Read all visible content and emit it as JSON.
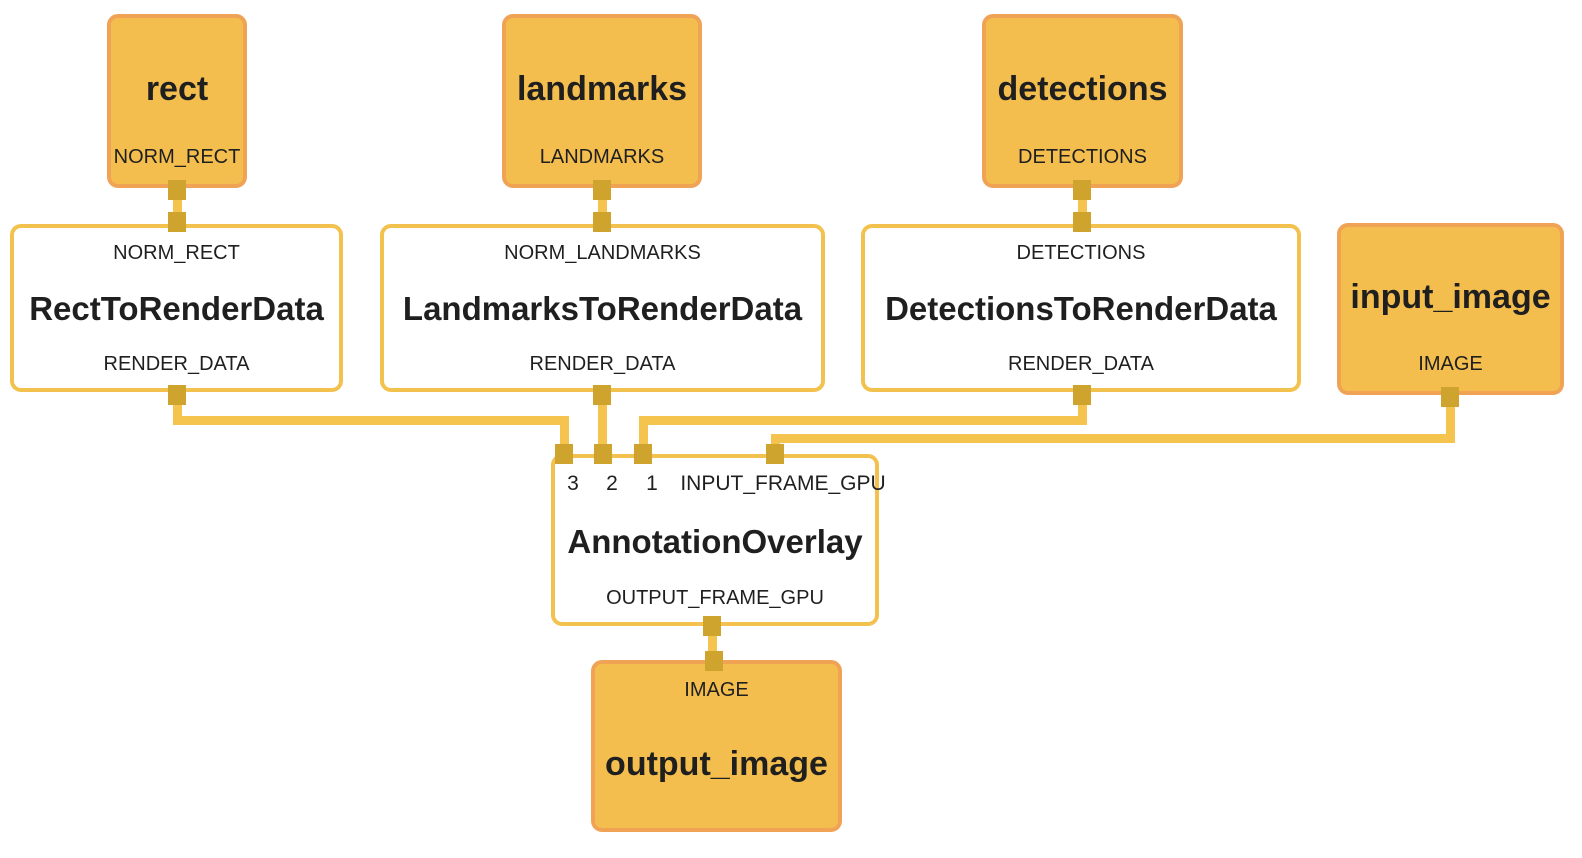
{
  "diagram": {
    "kind": "mediapipe-calculator-graph",
    "colors": {
      "stream_fill": "#F4BE4F",
      "stream_border": "#F0A355",
      "cal_border": "#F3C14D",
      "wire": "#F4C44E",
      "port": "#CEA42F",
      "text": "#1F1F1F"
    },
    "nodes": {
      "rect": {
        "title": "rect",
        "type": "input-stream",
        "output_label": "NORM_RECT"
      },
      "landmarks": {
        "title": "landmarks",
        "type": "input-stream",
        "output_label": "LANDMARKS"
      },
      "detections": {
        "title": "detections",
        "type": "input-stream",
        "output_label": "DETECTIONS"
      },
      "rect_to_render_data": {
        "title": "RectToRenderData",
        "type": "calculator",
        "input_label": "NORM_RECT",
        "output_label": "RENDER_DATA"
      },
      "landmarks_to_render_data": {
        "title": "LandmarksToRenderData",
        "type": "calculator",
        "input_label": "NORM_LANDMARKS",
        "output_label": "RENDER_DATA"
      },
      "detections_to_render_data": {
        "title": "DetectionsToRenderData",
        "type": "calculator",
        "input_label": "DETECTIONS",
        "output_label": "RENDER_DATA"
      },
      "input_image": {
        "title": "input_image",
        "type": "input-stream",
        "output_label": "IMAGE"
      },
      "annotation_overlay": {
        "title": "AnnotationOverlay",
        "type": "calculator",
        "input_labels": [
          "3",
          "2",
          "1",
          "INPUT_FRAME_GPU"
        ],
        "output_label": "OUTPUT_FRAME_GPU"
      },
      "output_image": {
        "title": "output_image",
        "type": "output-stream",
        "input_label": "IMAGE"
      }
    },
    "edges": [
      {
        "from": "rect:NORM_RECT",
        "to": "RectToRenderData:NORM_RECT"
      },
      {
        "from": "landmarks:LANDMARKS",
        "to": "LandmarksToRenderData:NORM_LANDMARKS"
      },
      {
        "from": "detections:DETECTIONS",
        "to": "DetectionsToRenderData:DETECTIONS"
      },
      {
        "from": "RectToRenderData:RENDER_DATA",
        "to": "AnnotationOverlay:3"
      },
      {
        "from": "LandmarksToRenderData:RENDER_DATA",
        "to": "AnnotationOverlay:2"
      },
      {
        "from": "DetectionsToRenderData:RENDER_DATA",
        "to": "AnnotationOverlay:1"
      },
      {
        "from": "input_image:IMAGE",
        "to": "AnnotationOverlay:INPUT_FRAME_GPU"
      },
      {
        "from": "AnnotationOverlay:OUTPUT_FRAME_GPU",
        "to": "output_image:IMAGE"
      }
    ]
  }
}
